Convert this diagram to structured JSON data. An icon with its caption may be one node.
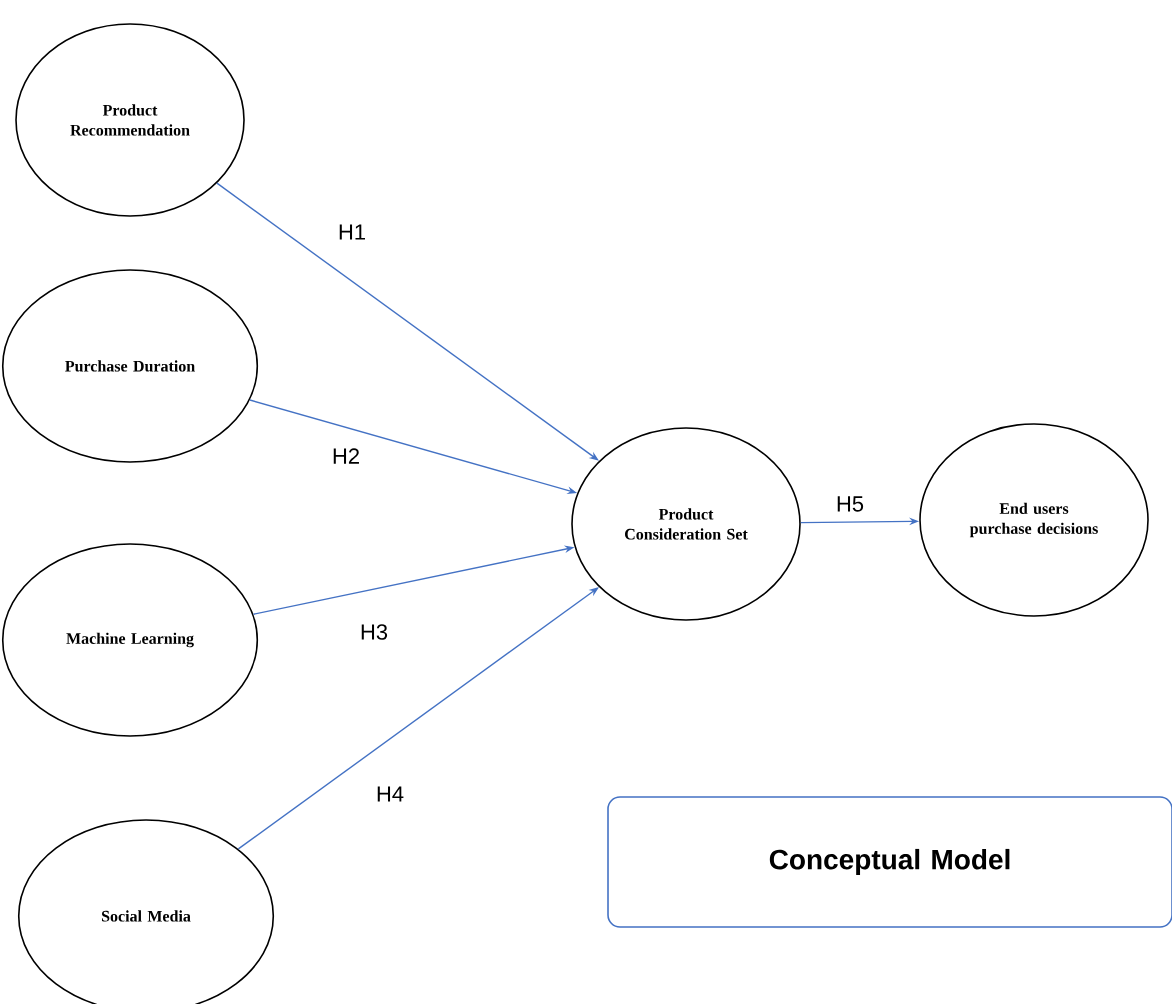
{
  "diagram": {
    "nodes": [
      {
        "text": [
          "Product Recommendation"
        ]
      },
      {
        "text": [
          "Purchase Duration"
        ]
      },
      {
        "text": [
          "Machine Learning"
        ]
      },
      {
        "text": [
          "Social Media"
        ]
      },
      {
        "text": [
          "Product Consideration Set"
        ]
      },
      {
        "text": [
          "End users purchase decisions"
        ]
      },
      {
        "text": [
          "Conceptual Model"
        ]
      }
    ],
    "edges": [
      {
        "from": 0,
        "to": 4,
        "arrow": "to",
        "label": "H1"
      },
      {
        "from": 1,
        "to": 4,
        "arrow": "to",
        "label": "H2"
      },
      {
        "from": 2,
        "to": 4,
        "arrow": "to",
        "label": "H3"
      },
      {
        "from": 3,
        "to": 4,
        "arrow": "to",
        "label": "H4"
      },
      {
        "from": 4,
        "to": 5,
        "arrow": "to",
        "label": "H5"
      }
    ]
  }
}
